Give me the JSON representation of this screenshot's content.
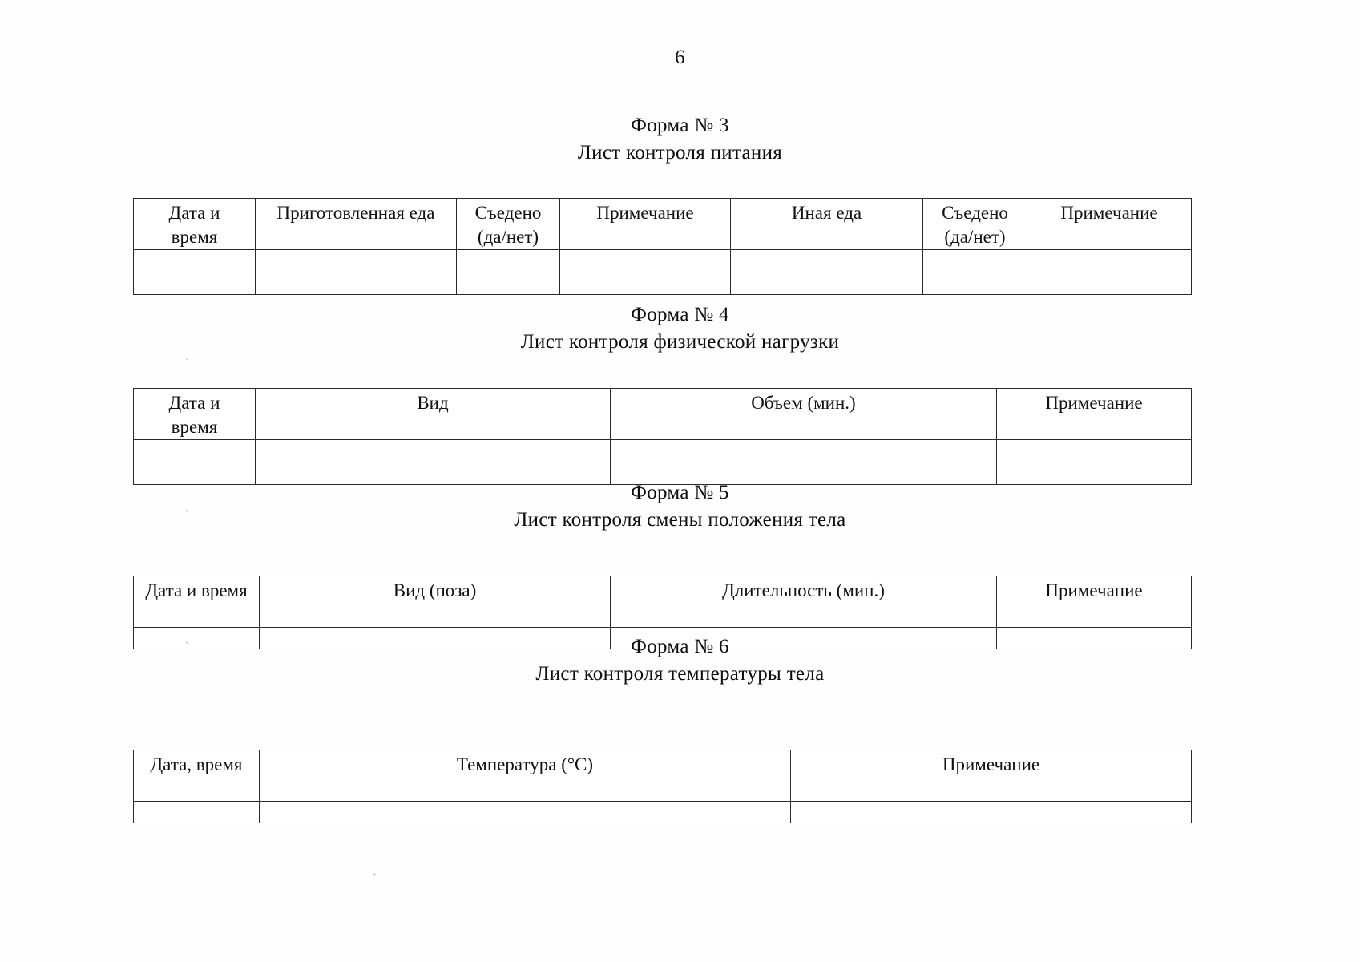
{
  "page": {
    "number": "6"
  },
  "forms": [
    {
      "form_no": "Форма № 3",
      "caption": "Лист контроля питания",
      "columns": [
        "Дата и\nвремя",
        "Приготовленная еда",
        "Съедено\n(да/нет)",
        "Примечание",
        "Иная еда",
        "Съедено\n(да/нет)",
        "Примечание"
      ],
      "empty_rows": 2
    },
    {
      "form_no": "Форма № 4",
      "caption": "Лист контроля физической нагрузки",
      "columns": [
        "Дата и\nвремя",
        "Вид",
        "Объем (мин.)",
        "Примечание"
      ],
      "empty_rows": 2
    },
    {
      "form_no": "Форма № 5",
      "caption": "Лист контроля смены положения тела",
      "columns": [
        "Дата и время",
        "Вид (поза)",
        "Длительность (мин.)",
        "Примечание"
      ],
      "empty_rows": 2
    },
    {
      "form_no": "Форма № 6",
      "caption": "Лист контроля температуры тела",
      "columns": [
        "Дата, время",
        "Температура (°C)",
        "Примечание"
      ],
      "empty_rows": 2
    }
  ]
}
